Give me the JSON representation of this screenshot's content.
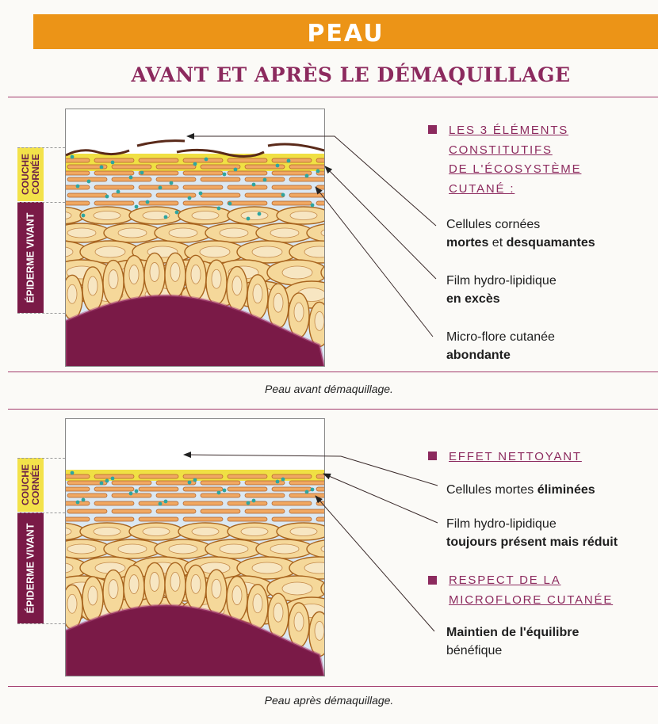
{
  "header": {
    "title": "PEAU",
    "subtitle": "AVANT ET APRÈS LE DÉMAQUILLAGE"
  },
  "panel_before": {
    "label_couche": "COUCHE CORNÉE",
    "label_epiderme": "ÉPIDERME VIVANT",
    "heading": [
      "LES 3 ÉLÉMENTS",
      "CONSTITUTIFS",
      "DE L'ÉCOSYSTÈME",
      "CUTANÉ :"
    ],
    "note1": {
      "line1": "Cellules cornées",
      "bold1": "mortes",
      "mid": " et ",
      "bold2": "desquamantes"
    },
    "note2": {
      "line1": "Film hydro-lipidique",
      "bold": "en excès"
    },
    "note3": {
      "line1": "Micro-flore cutanée",
      "bold": "abondante"
    },
    "caption": "Peau avant démaquillage."
  },
  "panel_after": {
    "label_couche": "COUCHE CORNÉE",
    "label_epiderme": "ÉPIDERME VIVANT",
    "heading1": "EFFET NETTOYANT",
    "note1": {
      "text": "Cellules mortes ",
      "bold": "éliminées"
    },
    "note2": {
      "line1": "Film hydro-lipidique",
      "bold": "toujours présent mais réduit"
    },
    "heading2": [
      "RESPECT DE LA",
      "MICROFLORE CUTANÉE"
    ],
    "note3": {
      "bold": "Maintien de l'équilibre",
      "line2": "bénéfique"
    },
    "caption": "Peau après démaquillage."
  },
  "colors": {
    "banner": "#ec9417",
    "accent": "#8c2a5e",
    "film": "#f0e044",
    "cell_fill": "#f5d89a",
    "cell_stroke": "#a8641e",
    "dermis": "#7a1a47",
    "bacteria": "#2ea5a0"
  }
}
